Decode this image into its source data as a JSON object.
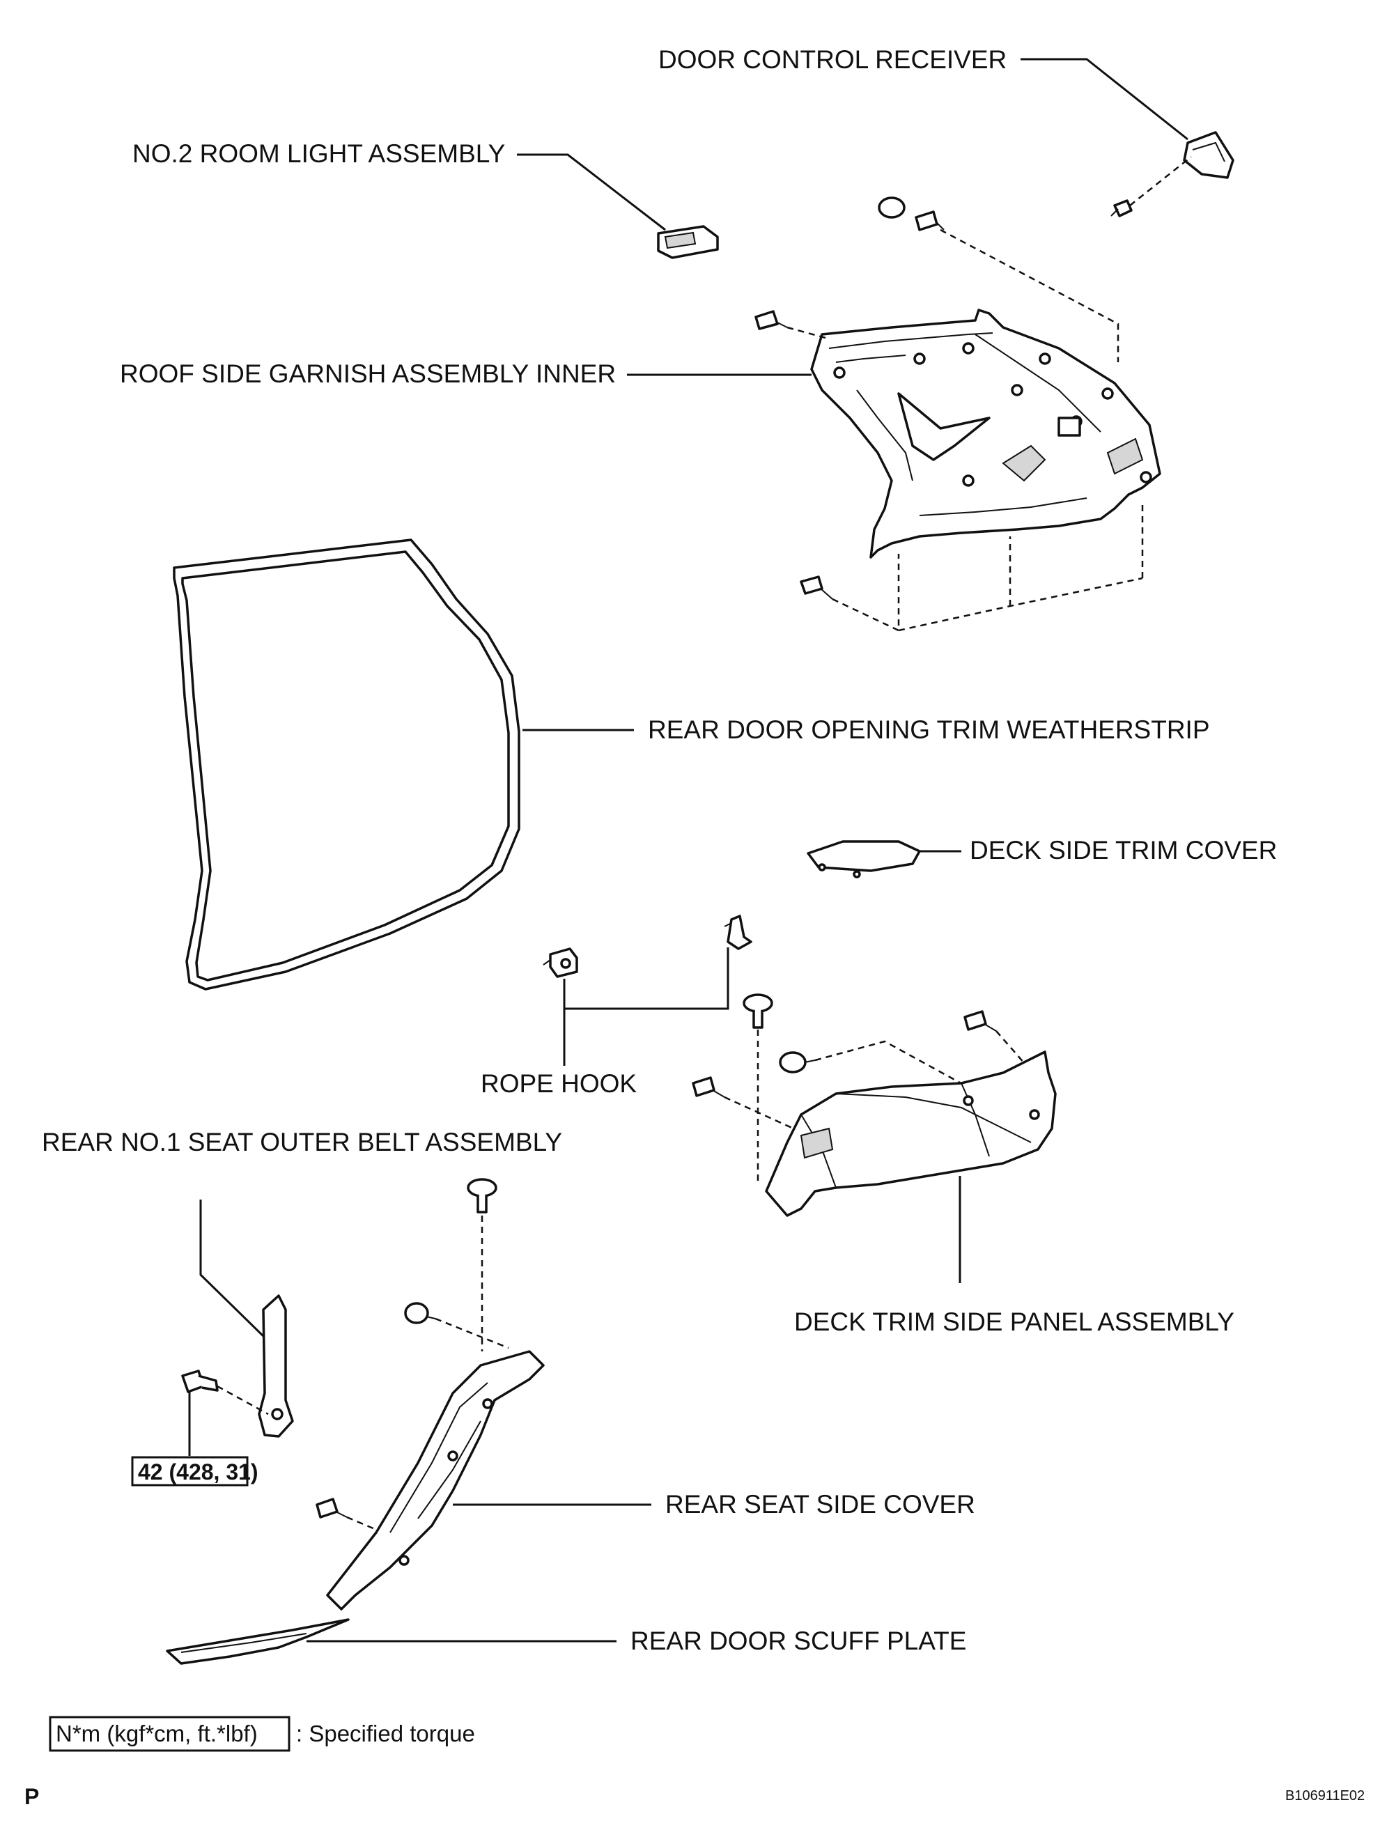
{
  "labels": {
    "door_control_receiver": "DOOR CONTROL RECEIVER",
    "no2_room_light": "NO.2 ROOM LIGHT ASSEMBLY",
    "roof_side_garnish": "ROOF SIDE GARNISH ASSEMBLY INNER",
    "rear_door_opening_trim": "REAR DOOR OPENING TRIM WEATHERSTRIP",
    "deck_side_trim_cover": "DECK SIDE TRIM COVER",
    "rope_hook": "ROPE HOOK",
    "rear_no1_seat_belt": "REAR NO.1 SEAT OUTER BELT ASSEMBLY",
    "deck_trim_side_panel": "DECK TRIM SIDE PANEL ASSEMBLY",
    "rear_seat_side_cover": "REAR SEAT SIDE COVER",
    "rear_door_scuff_plate": "REAR DOOR SCUFF PLATE"
  },
  "torque": {
    "value": "42 (428, 31)"
  },
  "legend": {
    "unit_box": "N*m (kgf*cm, ft.*lbf)",
    "description": ": Specified torque"
  },
  "footer": {
    "page_mark": "P",
    "figure_code": "B106911E02"
  }
}
